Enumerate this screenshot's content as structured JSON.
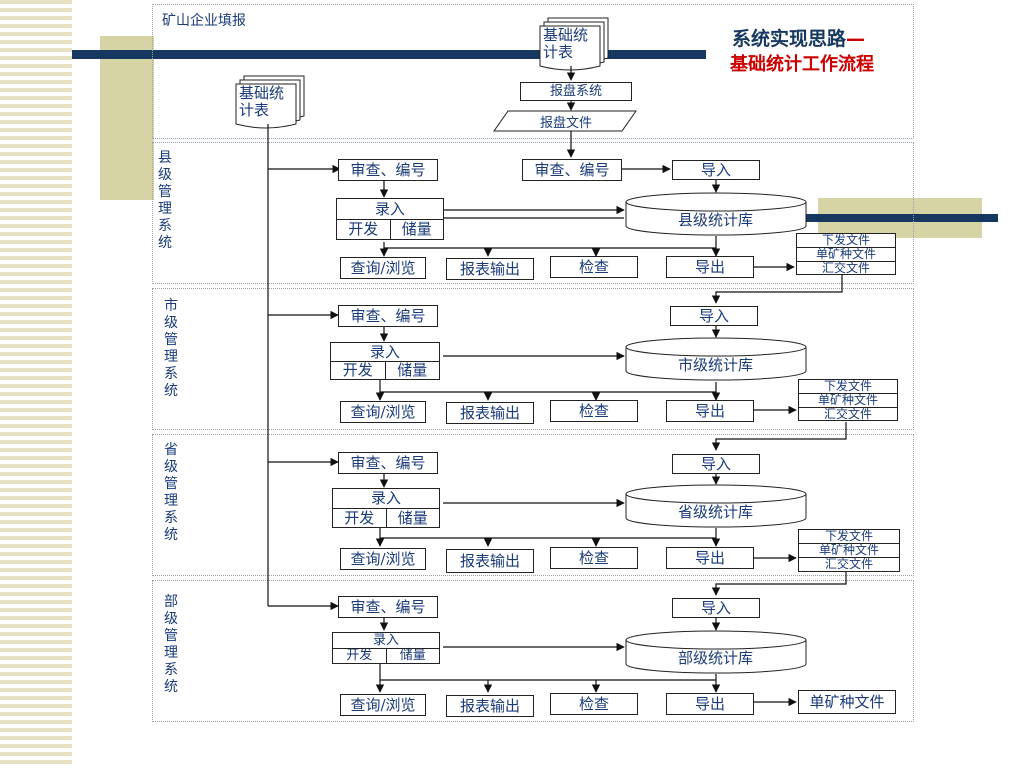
{
  "title": {
    "line1": "系统实现思路",
    "dash": "—",
    "line2": "基础统计工作流程"
  },
  "top_panel_label": "矿山企业填报",
  "base_doc": "基础统\n计表",
  "report_system": "报盘系统",
  "report_file": "报盘文件",
  "levels": [
    {
      "name": "县级管理系统",
      "db": "县级统计库",
      "files": [
        "下发文件",
        "单矿种文件",
        "汇交文件"
      ]
    },
    {
      "name": "市级管理系统",
      "db": "市级统计库",
      "files": [
        "下发文件",
        "单矿种文件",
        "汇交文件"
      ]
    },
    {
      "name": "省级管理系统",
      "db": "省级统计库",
      "files": [
        "下发文件",
        "单矿种文件",
        "汇交文件"
      ]
    },
    {
      "name": "部级管理系统",
      "db": "部级统计库",
      "files": [
        "单矿种文件"
      ]
    }
  ],
  "common": {
    "review": "审查、编号",
    "entry": "录入",
    "develop": "开发",
    "reserve": "储量",
    "query": "查询/浏览",
    "report_out": "报表输出",
    "check": "检查",
    "export": "导出",
    "import": "导入"
  }
}
